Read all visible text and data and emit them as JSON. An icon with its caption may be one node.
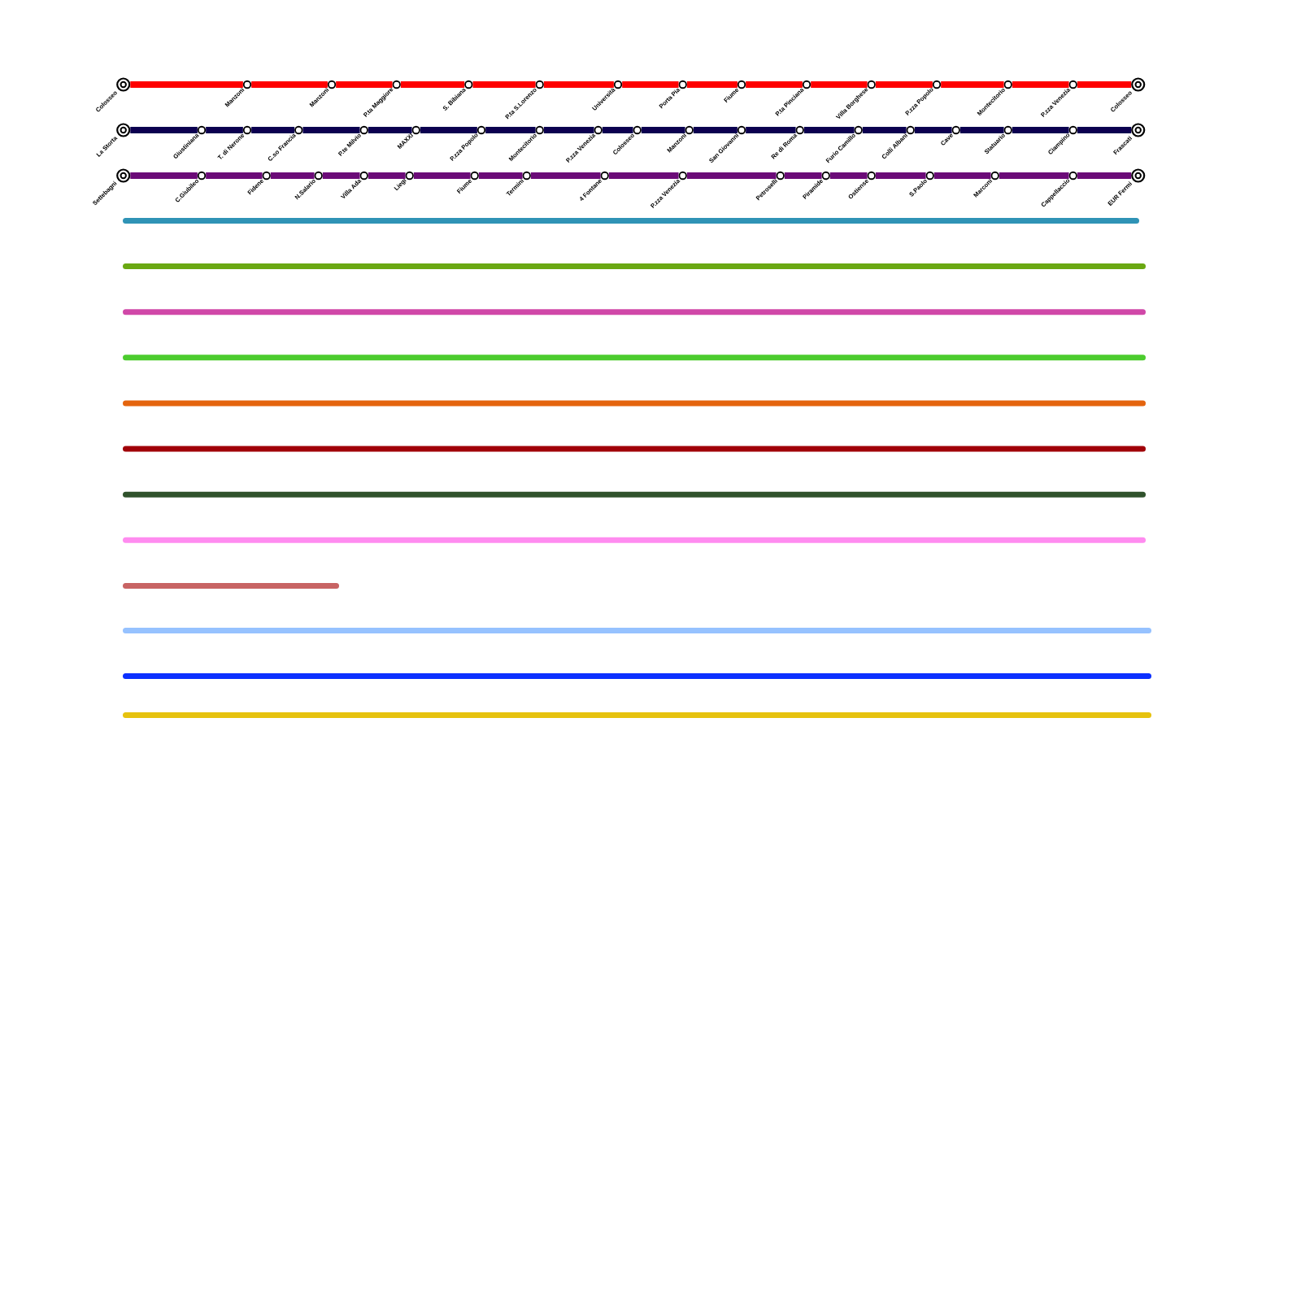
{
  "diagram": {
    "nodes": [
      {
        "text": [
          "Colosseo"
        ]
      },
      {
        "text": [
          "Manzoni"
        ]
      },
      {
        "text": [
          "Manzoni"
        ]
      },
      {
        "text": [
          "P.ta Maggiore"
        ]
      },
      {
        "text": [
          "S. Bibiana"
        ]
      },
      {
        "text": [
          "P.ta S.Lorenzo"
        ]
      },
      {
        "text": [
          "Università"
        ]
      },
      {
        "text": [
          "Porta Pia"
        ]
      },
      {
        "text": [
          "Fiume"
        ]
      },
      {
        "text": [
          "P.ta Pinciana"
        ]
      },
      {
        "text": [
          "Villa Borghese"
        ]
      },
      {
        "text": [
          "P.zza Popolo"
        ]
      },
      {
        "text": [
          "Montecitorio"
        ]
      },
      {
        "text": [
          "P.zza Venezia"
        ]
      },
      {
        "text": [
          "Colosseo"
        ]
      },
      {
        "text": [
          "La Storta"
        ]
      },
      {
        "text": [
          "Giustiniana"
        ]
      },
      {
        "text": [
          "T. di Nerone"
        ]
      },
      {
        "text": [
          "C.so Francia"
        ]
      },
      {
        "text": [
          "P.te Milvio"
        ]
      },
      {
        "text": [
          "MAXXI"
        ]
      },
      {
        "text": [
          "P.zza Popolo"
        ]
      },
      {
        "text": [
          "Montecitorio"
        ]
      },
      {
        "text": [
          "P.zza Venezia"
        ]
      },
      {
        "text": [
          "Colosseo"
        ]
      },
      {
        "text": [
          "Manzoni"
        ]
      },
      {
        "text": [
          "San Giovanni"
        ]
      },
      {
        "text": [
          "Re di Roma"
        ]
      },
      {
        "text": [
          "Furio Camillo"
        ]
      },
      {
        "text": [
          "Colli Albani"
        ]
      },
      {
        "text": [
          "Cave"
        ]
      },
      {
        "text": [
          "Statuario"
        ]
      },
      {
        "text": [
          "Ciampino"
        ]
      },
      {
        "text": [
          "Frascati"
        ]
      },
      {
        "text": [
          "Settebagni"
        ]
      },
      {
        "text": [
          "C.Giubileo"
        ]
      },
      {
        "text": [
          "Fidene"
        ]
      },
      {
        "text": [
          "N.Salario"
        ]
      },
      {
        "text": [
          "Villa Ada"
        ]
      },
      {
        "text": [
          "Liegi"
        ]
      },
      {
        "text": [
          "Fiume"
        ]
      },
      {
        "text": [
          "Termini"
        ]
      },
      {
        "text": [
          "4 Fontane"
        ]
      },
      {
        "text": [
          "P.zza Venezia"
        ]
      },
      {
        "text": [
          "Petroselli"
        ]
      },
      {
        "text": [
          "Piramide"
        ]
      },
      {
        "text": [
          "Ostiense"
        ]
      },
      {
        "text": [
          "S.Paolo"
        ]
      },
      {
        "text": [
          "Marconi"
        ]
      },
      {
        "text": [
          "Cappellaccio"
        ]
      },
      {
        "text": [
          "EUR Fermi"
        ]
      }
    ],
    "edges": [
      {
        "from": 0,
        "to": 1,
        "arrow": "none",
        "color": "#ff0000"
      },
      {
        "from": 1,
        "to": 2,
        "arrow": "none",
        "color": "#ff0000"
      },
      {
        "from": 2,
        "to": 3,
        "arrow": "none",
        "color": "#ff0000"
      },
      {
        "from": 3,
        "to": 4,
        "arrow": "none",
        "color": "#ff0000"
      },
      {
        "from": 4,
        "to": 5,
        "arrow": "none",
        "color": "#ff0000"
      },
      {
        "from": 5,
        "to": 6,
        "arrow": "none",
        "color": "#ff0000"
      },
      {
        "from": 6,
        "to": 7,
        "arrow": "none",
        "color": "#ff0000"
      },
      {
        "from": 7,
        "to": 8,
        "arrow": "none",
        "color": "#ff0000"
      },
      {
        "from": 8,
        "to": 9,
        "arrow": "none",
        "color": "#ff0000"
      },
      {
        "from": 9,
        "to": 10,
        "arrow": "none",
        "color": "#ff0000"
      },
      {
        "from": 10,
        "to": 11,
        "arrow": "none",
        "color": "#ff0000"
      },
      {
        "from": 11,
        "to": 12,
        "arrow": "none",
        "color": "#ff0000"
      },
      {
        "from": 12,
        "to": 13,
        "arrow": "none",
        "color": "#ff0000"
      },
      {
        "from": 13,
        "to": 14,
        "arrow": "none",
        "color": "#ff0000"
      },
      {
        "from": 15,
        "to": 16,
        "arrow": "none"
      },
      {
        "from": 16,
        "to": 17,
        "arrow": "none"
      },
      {
        "from": 17,
        "to": 18,
        "arrow": "none"
      },
      {
        "from": 18,
        "to": 19,
        "arrow": "none"
      },
      {
        "from": 19,
        "to": 20,
        "arrow": "none"
      },
      {
        "from": 20,
        "to": 21,
        "arrow": "none"
      },
      {
        "from": 21,
        "to": 22,
        "arrow": "none"
      },
      {
        "from": 22,
        "to": 23,
        "arrow": "none"
      },
      {
        "from": 23,
        "to": 24,
        "arrow": "none"
      },
      {
        "from": 24,
        "to": 25,
        "arrow": "none"
      },
      {
        "from": 25,
        "to": 26,
        "arrow": "none"
      },
      {
        "from": 26,
        "to": 27,
        "arrow": "none"
      },
      {
        "from": 27,
        "to": 28,
        "arrow": "none"
      },
      {
        "from": 28,
        "to": 29,
        "arrow": "none"
      },
      {
        "from": 29,
        "to": 30,
        "arrow": "none"
      },
      {
        "from": 30,
        "to": 31,
        "arrow": "none"
      },
      {
        "from": 31,
        "to": 32,
        "arrow": "none"
      },
      {
        "from": 32,
        "to": 33,
        "arrow": "none"
      },
      {
        "from": 34,
        "to": 35,
        "arrow": "none",
        "color": "#6b0a78"
      },
      {
        "from": 35,
        "to": 36,
        "arrow": "none",
        "color": "#6b0a78"
      },
      {
        "from": 36,
        "to": 37,
        "arrow": "none",
        "color": "#6b0a78"
      },
      {
        "from": 37,
        "to": 38,
        "arrow": "none",
        "color": "#6b0a78"
      },
      {
        "from": 38,
        "to": 39,
        "arrow": "none",
        "color": "#6b0a78"
      },
      {
        "from": 39,
        "to": 40,
        "arrow": "none",
        "color": "#6b0a78"
      },
      {
        "from": 40,
        "to": 41,
        "arrow": "none",
        "color": "#6b0a78"
      },
      {
        "from": 41,
        "to": 42,
        "arrow": "none",
        "color": "#6b0a78"
      },
      {
        "from": 42,
        "to": 43,
        "arrow": "none",
        "color": "#6b0a78"
      },
      {
        "from": 43,
        "to": 44,
        "arrow": "none",
        "color": "#6b0a78"
      },
      {
        "from": 44,
        "to": 45,
        "arrow": "none",
        "color": "#6b0a78"
      },
      {
        "from": 45,
        "to": 46,
        "arrow": "none",
        "color": "#6b0a78"
      },
      {
        "from": 46,
        "to": 47,
        "arrow": "none",
        "color": "#6b0a78"
      },
      {
        "from": 47,
        "to": 48,
        "arrow": "none",
        "color": "#6b0a78"
      },
      {
        "from": 48,
        "to": 49,
        "arrow": "none",
        "color": "#6b0a78"
      },
      {
        "from": 49,
        "to": 50,
        "arrow": "none",
        "color": "#6b0a78"
      }
    ]
  }
}
